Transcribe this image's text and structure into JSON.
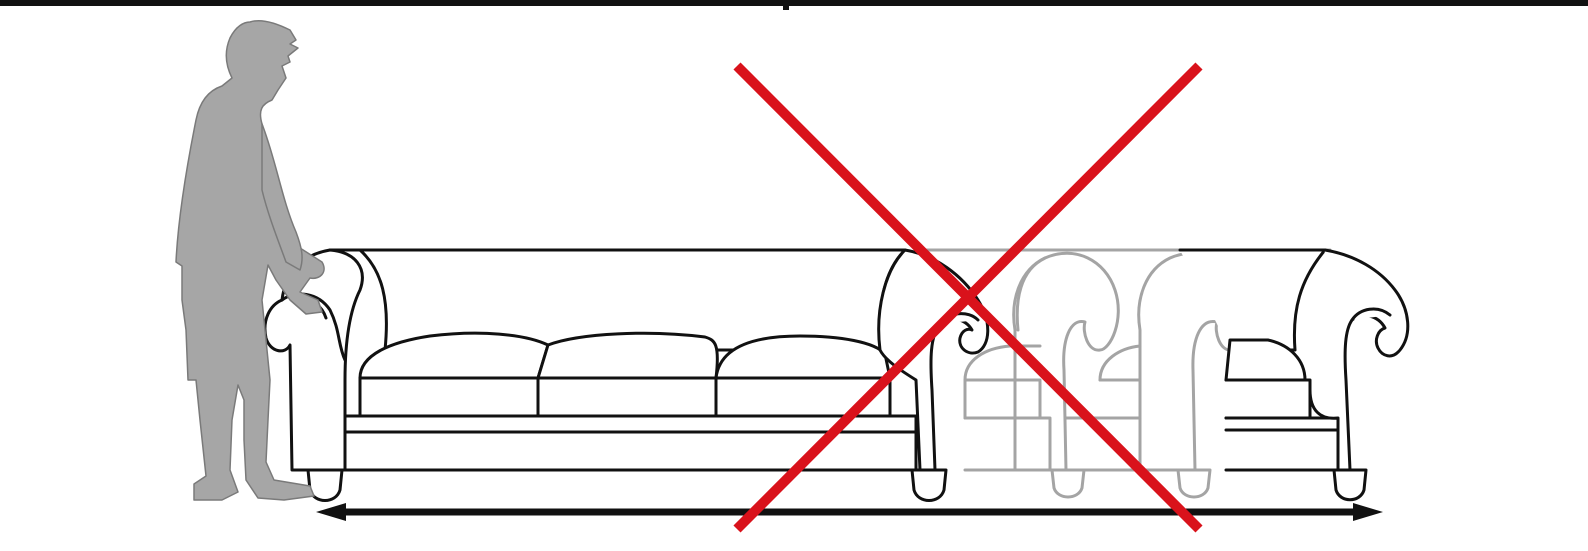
{
  "diagram": {
    "subject": "person-lifting-sofa-end",
    "main_sofa": "three-seat-chesterfield",
    "ghost_sofas": 2,
    "measure": "sofa-length-double-arrow",
    "forbidden_mark": "red-cross"
  },
  "colors": {
    "background": "#ffffff",
    "outline": "#111111",
    "person": "#a6a6a6",
    "ghost_outline": "#9b9b9b",
    "cross": "#d9121b"
  },
  "icons": {
    "person": "person-silhouette-icon",
    "sofa": "sofa-icon",
    "arrow": "double-arrow-icon",
    "cross": "x-cross-icon"
  }
}
